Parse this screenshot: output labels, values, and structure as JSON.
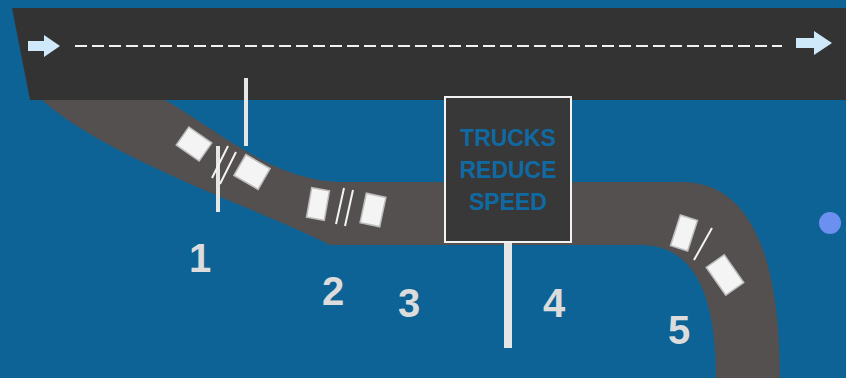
{
  "diagram": {
    "nodes": [
      {
        "text": [
          "TRUCKS REDUCE SPEED"
        ]
      }
    ],
    "labels": [
      "1",
      "2",
      "3",
      "4",
      "5"
    ]
  }
}
